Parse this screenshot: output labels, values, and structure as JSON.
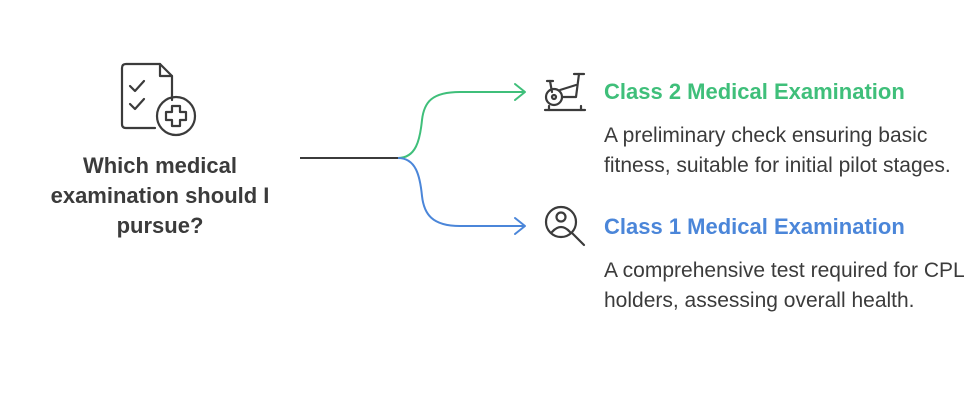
{
  "question": "Which medical examination should I pursue?",
  "colors": {
    "stem": "#3b3b3b",
    "option_1": "#3fbf7a",
    "option_2": "#4b86d9"
  },
  "options": [
    {
      "icon": "exercise-bike-icon",
      "title": "Class 2 Medical Examination",
      "description": "A preliminary check ensuring basic fitness, suitable for initial pilot stages."
    },
    {
      "icon": "person-magnifier-icon",
      "title": "Class 1 Medical Examination",
      "description": "A comprehensive test required for CPL holders, assessing overall health."
    }
  ],
  "root_icon": "medical-checklist-icon"
}
